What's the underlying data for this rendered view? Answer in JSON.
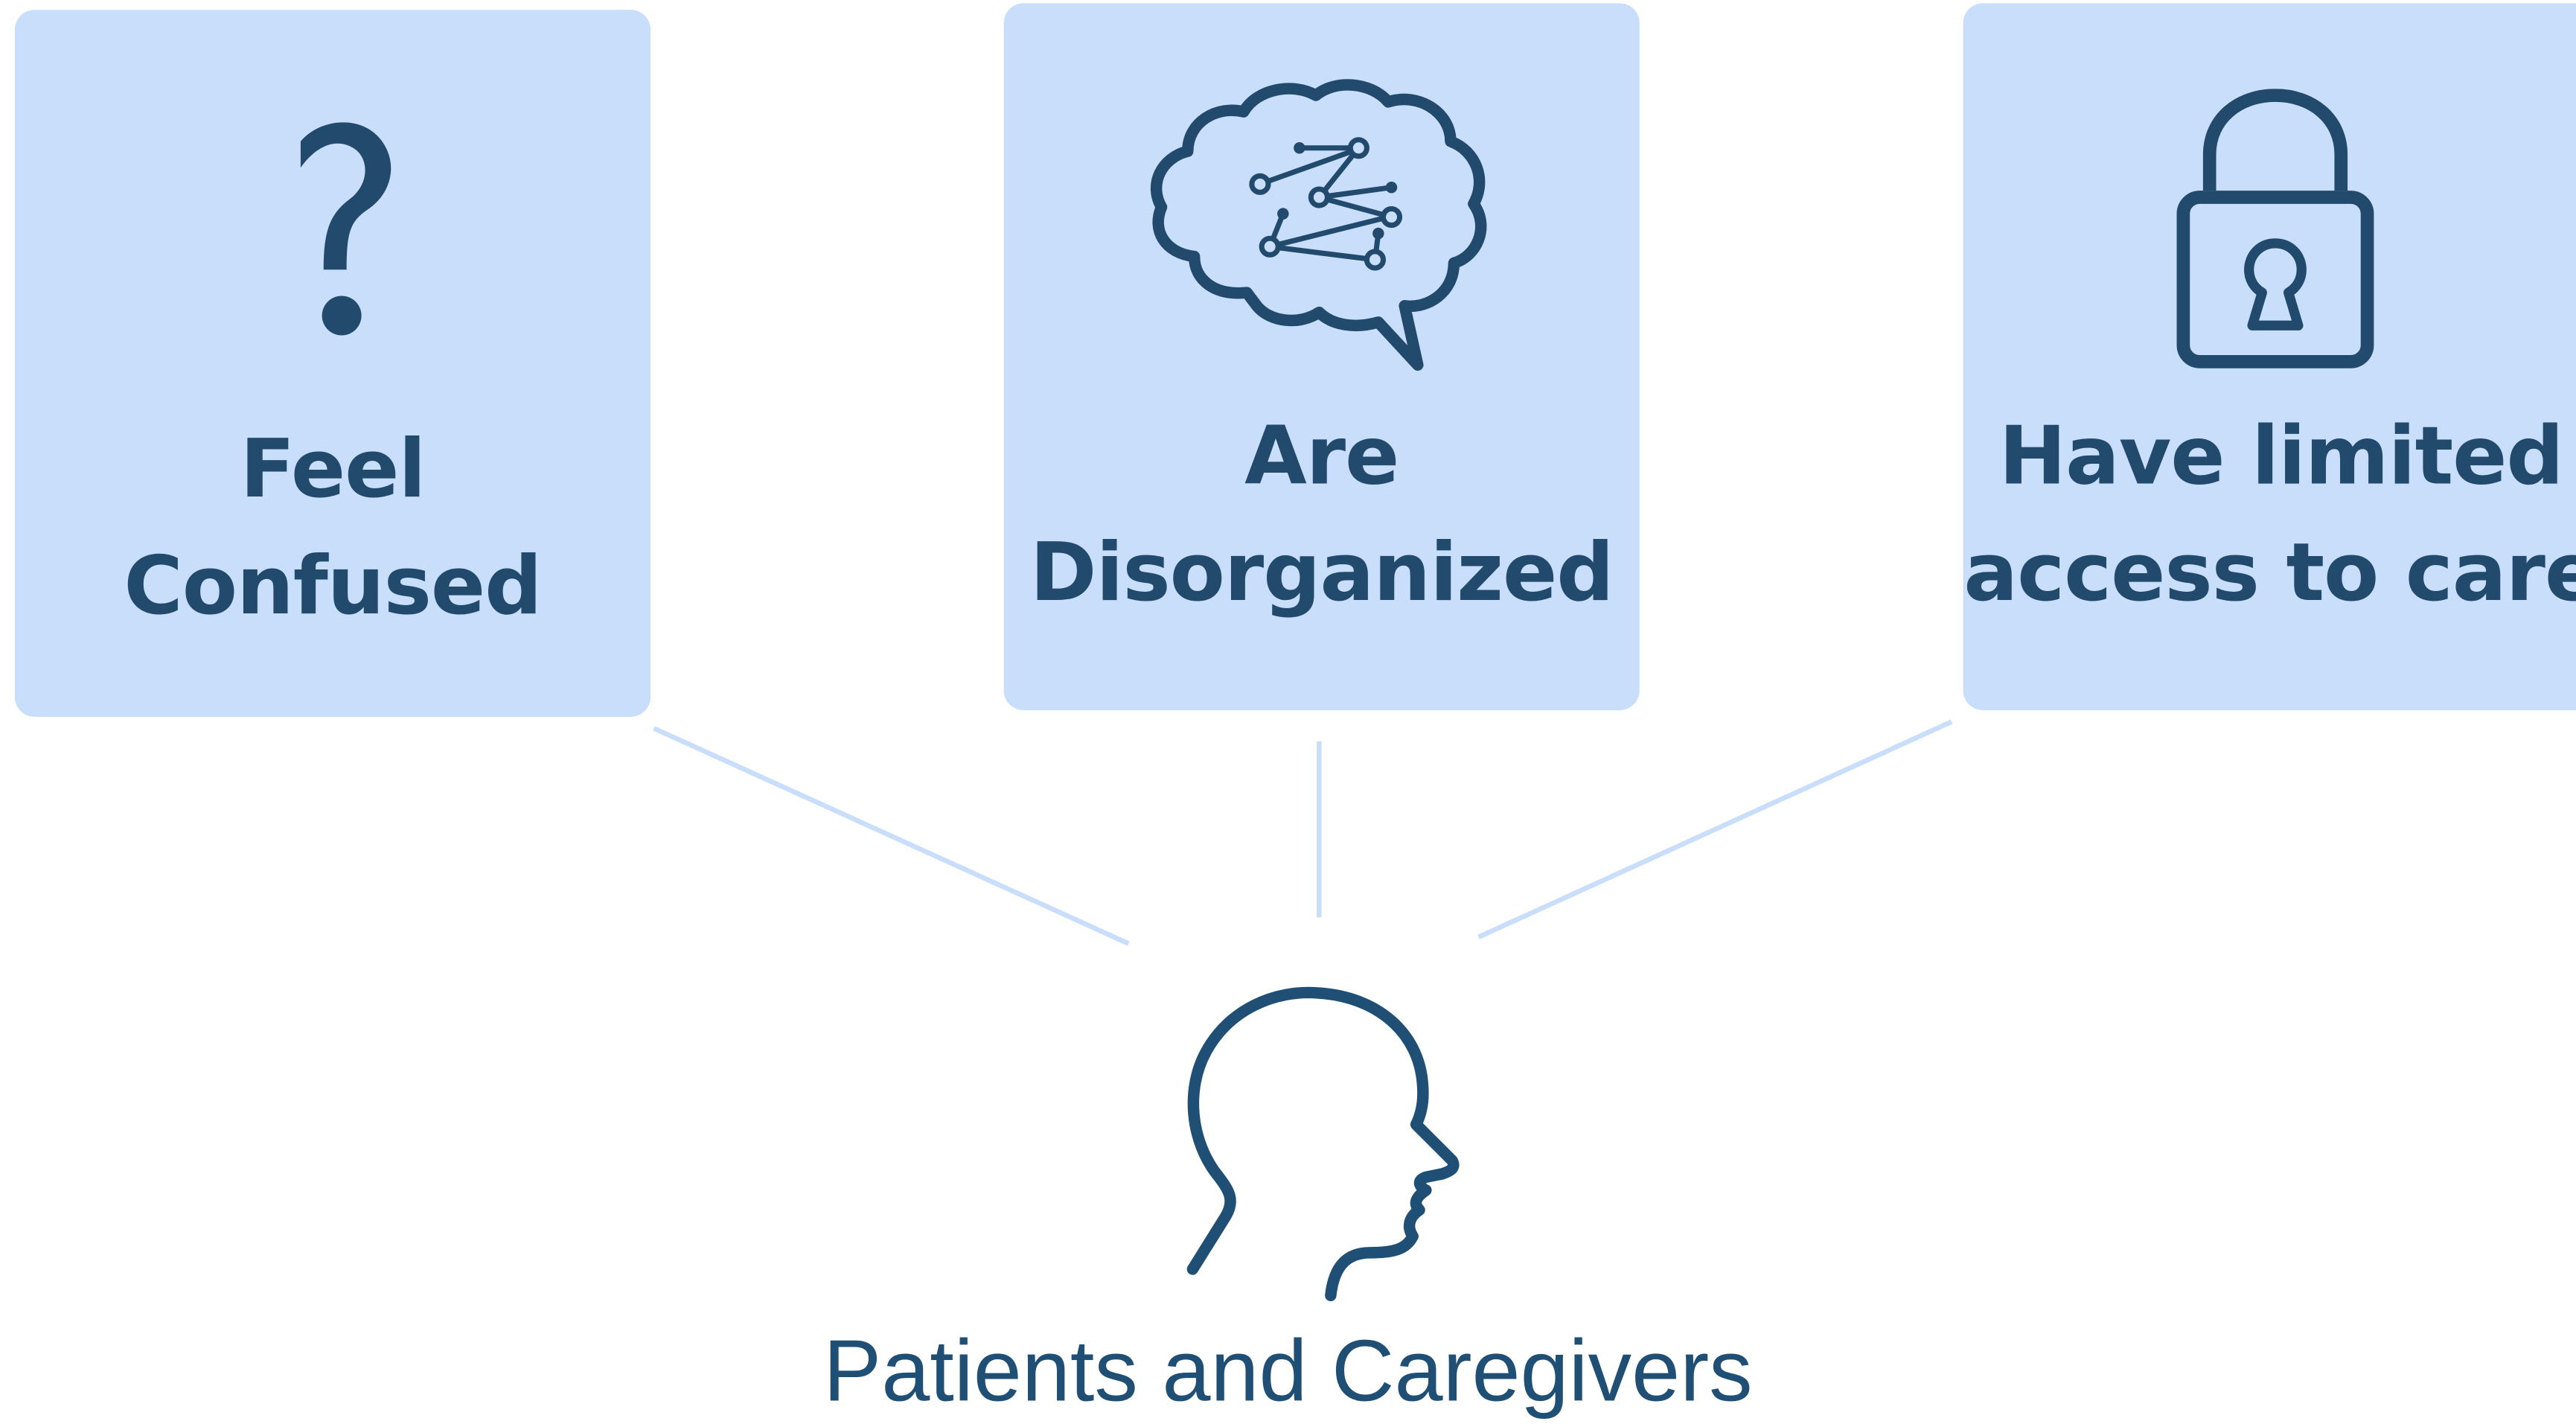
{
  "diagram": {
    "cards": [
      {
        "icon": "question-mark-icon",
        "line1": "Feel",
        "line2": "Confused"
      },
      {
        "icon": "brain-thought-icon",
        "line1": "Are",
        "line2": "Disorganized"
      },
      {
        "icon": "padlock-icon",
        "line1": "Have limited",
        "line2": "access to care"
      }
    ],
    "center": {
      "icon": "head-profile-icon",
      "label": "Patients and Caregivers"
    },
    "colors": {
      "card_fill": "#c9defa",
      "ink": "#214a6c",
      "connector": "#c9defa",
      "caption": "#1f4f74"
    }
  }
}
